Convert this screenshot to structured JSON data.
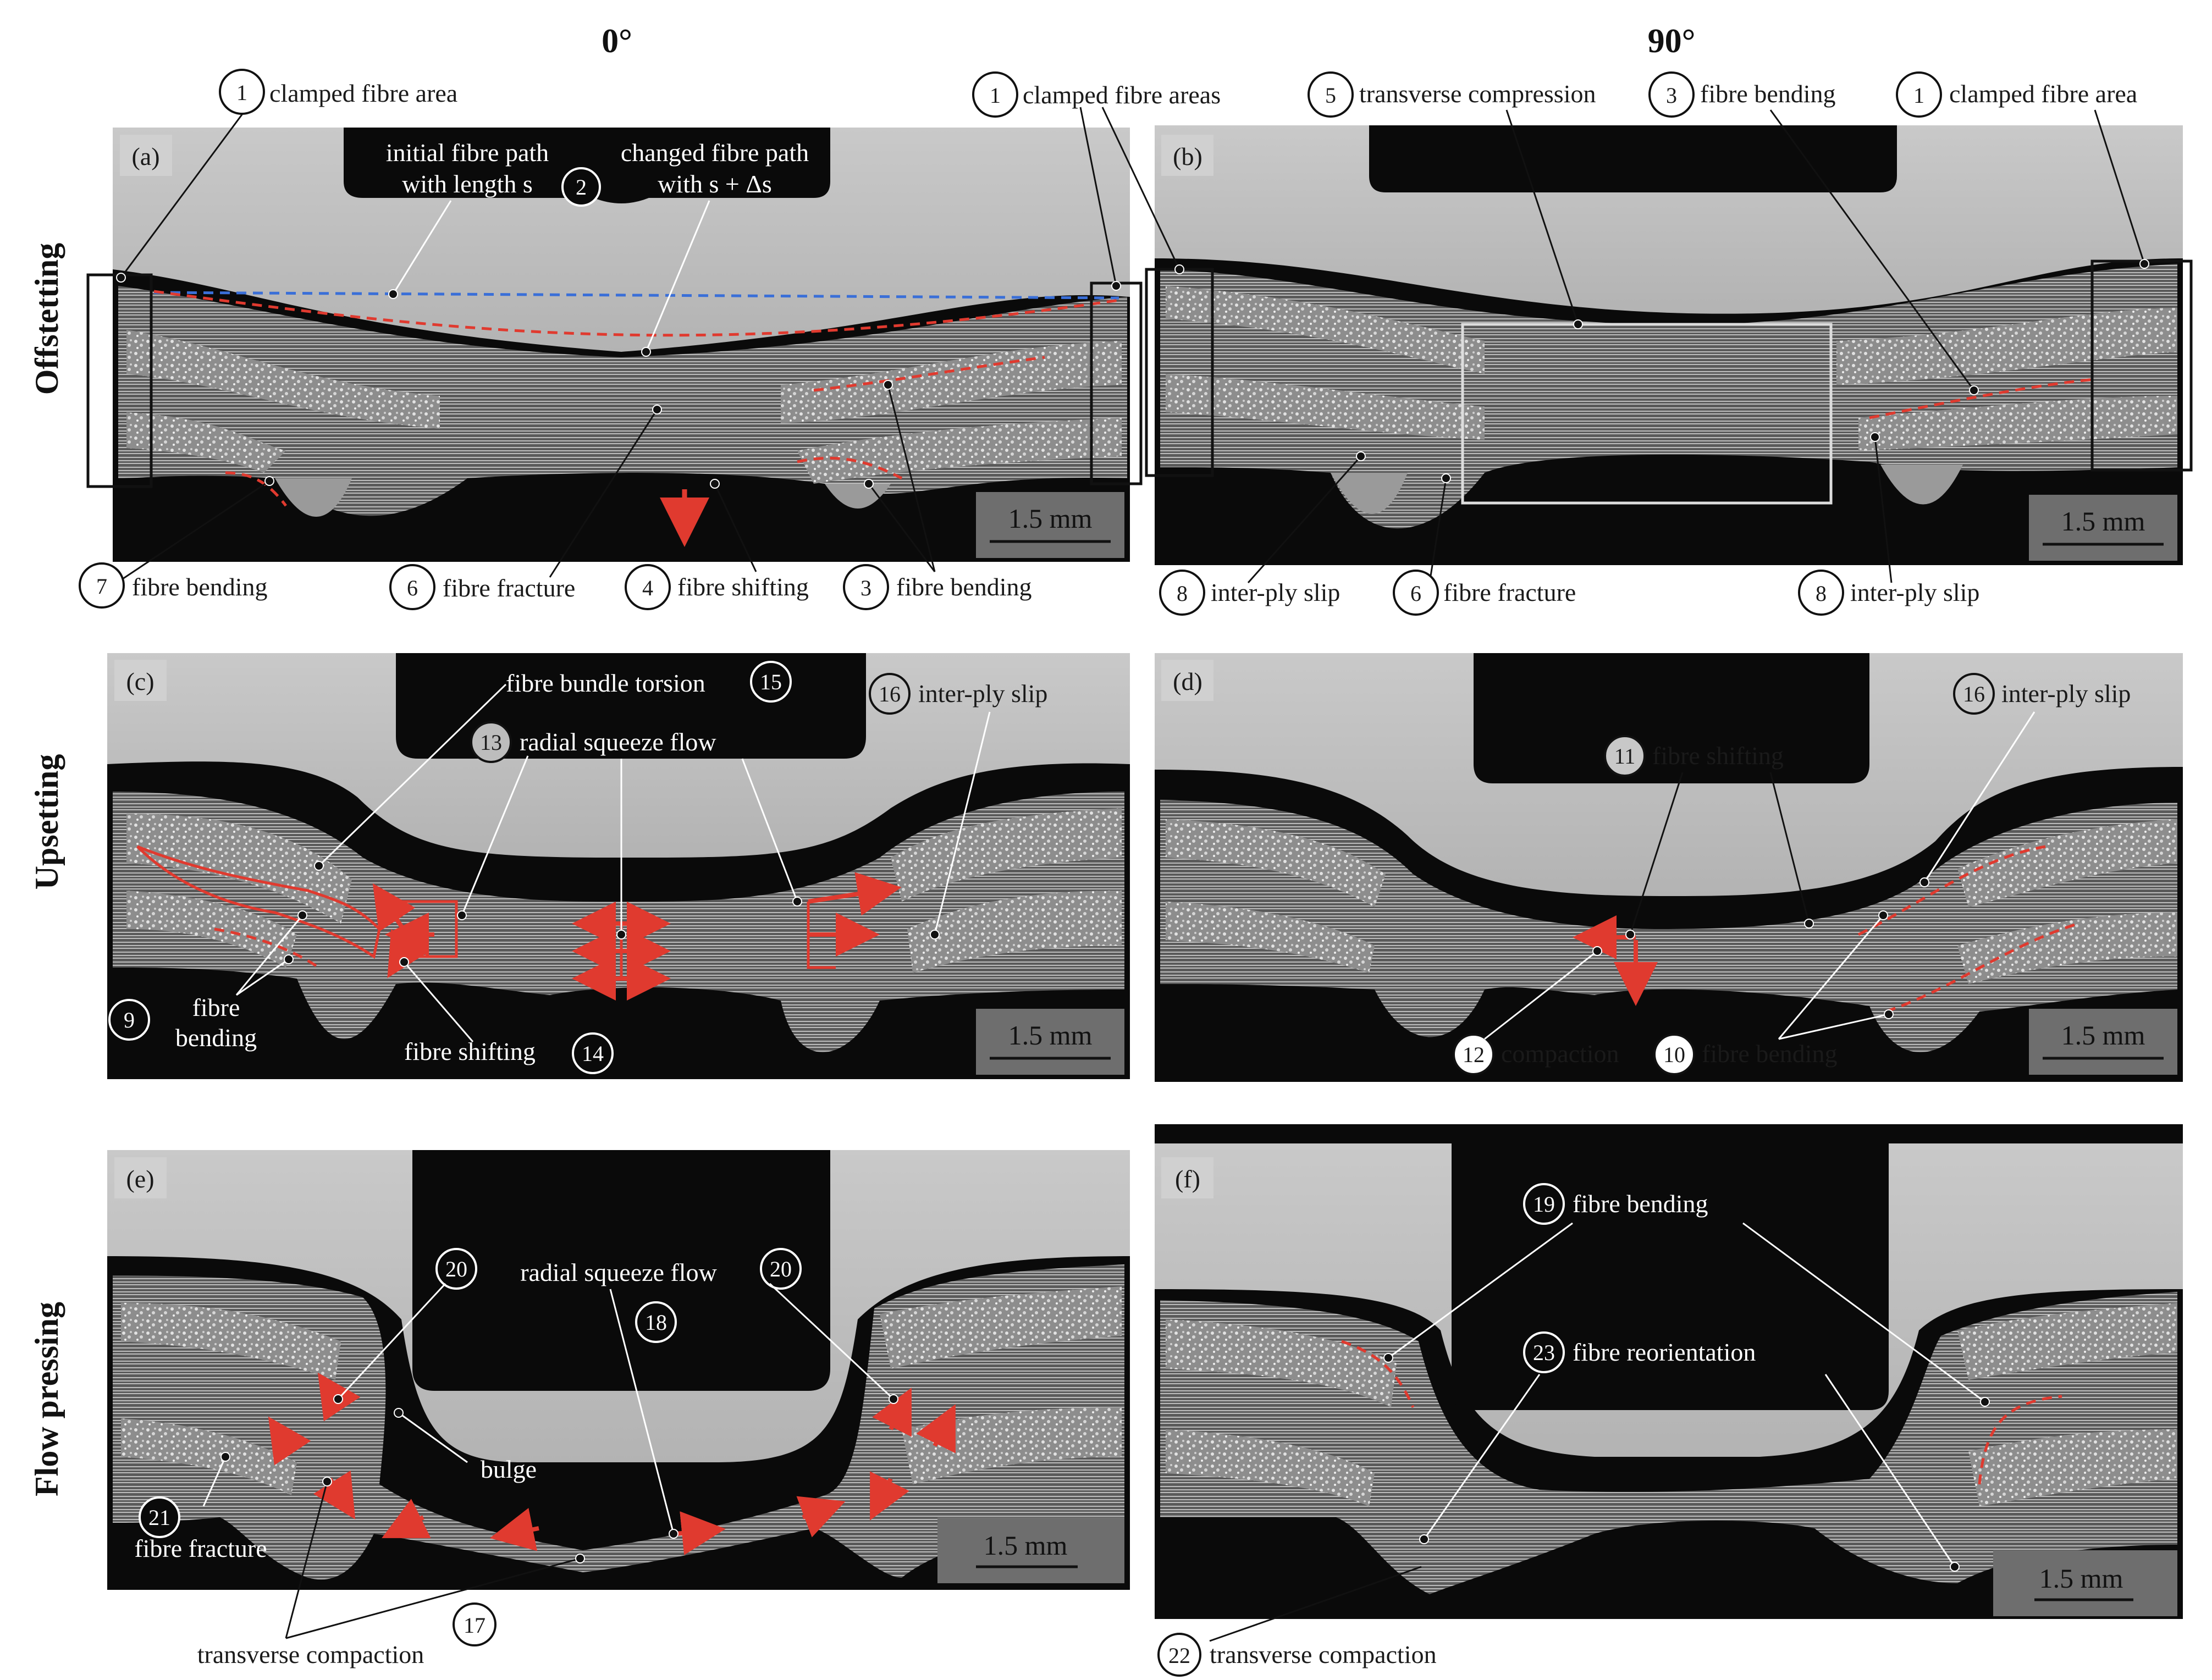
{
  "columns": {
    "left": "0°",
    "right": "90°"
  },
  "rows": {
    "r1": "Offstetting",
    "r2": "Upsetting",
    "r3": "Flow pressing"
  },
  "scale_bar": "1.5 mm",
  "panels": {
    "a": "(a)",
    "b": "(b)",
    "c": "(c)",
    "d": "(d)",
    "e": "(e)",
    "f": "(f)"
  },
  "labels": {
    "a_clamped": "clamped fibre area",
    "a_initial_l1": "initial fibre path",
    "a_initial_l2": "with length s",
    "a_changed_l1": "changed fibre path",
    "a_changed_l2": "with s + Δs",
    "a_bending7": "fibre bending",
    "a_fracture6": "fibre fracture",
    "a_shifting4": "fibre shifting",
    "a_bending3": "fibre bending",
    "mid_clamped_areas": "clamped fibre areas",
    "b_transverse": "transverse compression",
    "b_bending3": "fibre bending",
    "b_clamped": "clamped fibre area",
    "b_slip_left": "inter-ply slip",
    "b_fracture6": "fibre fracture",
    "b_slip_right": "inter-ply slip",
    "c_torsion": "fibre bundle torsion",
    "c_squeeze": "radial squeeze flow",
    "c_slip16": "inter-ply slip",
    "c_bending_l1": "fibre",
    "c_bending_l2": "bending",
    "c_shifting14": "fibre shifting",
    "d_shifting11": "fibre shifting",
    "d_slip16": "inter-ply slip",
    "d_compaction12": "compaction",
    "d_bending10": "fibre bending",
    "e_squeeze": "radial squeeze flow",
    "e_bulge": "bulge",
    "e_fracture21": "fibre fracture",
    "e_trans_compaction": "transverse compaction",
    "f_bending19": "fibre bending",
    "f_reorientation23": "fibre reorientation",
    "f_trans_compaction22": "transverse compaction"
  },
  "numbers": {
    "n1a": "1",
    "n1mid": "1",
    "n1b": "1",
    "n2": "2",
    "n3a": "3",
    "n3b": "3",
    "n4": "4",
    "n5": "5",
    "n6a": "6",
    "n6b": "6",
    "n7": "7",
    "n8a": "8",
    "n8b": "8",
    "n9": "9",
    "n10": "10",
    "n11": "11",
    "n12": "12",
    "n13": "13",
    "n14": "14",
    "n15": "15",
    "n16c": "16",
    "n16d": "16",
    "n17": "17",
    "n18": "18",
    "n20a": "20",
    "n20b": "20",
    "n21": "21",
    "n22": "22",
    "n23": "23",
    "n19": "19"
  }
}
